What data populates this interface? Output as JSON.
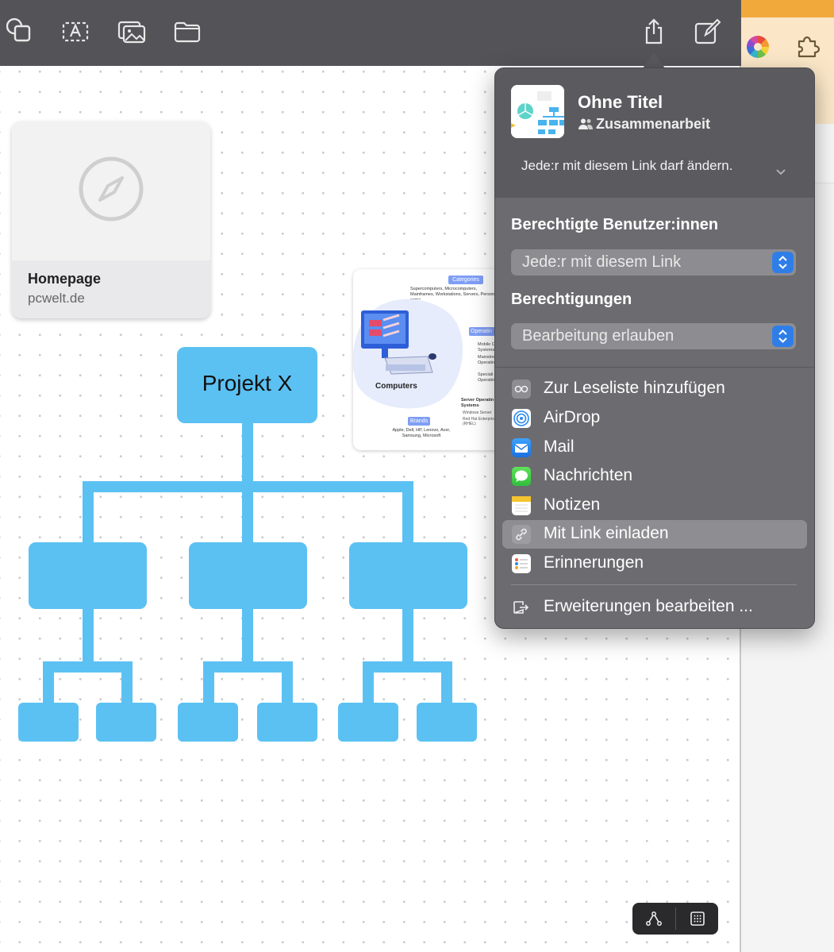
{
  "popover": {
    "title": "Ohne Titel",
    "subtitle": "Zusammenarbeit",
    "access_note": "Jede:r mit diesem Link darf ändern.",
    "authorized_users_label": "Berechtigte Benutzer:innen",
    "authorized_users_value": "Jede:r mit diesem Link",
    "permissions_label": "Berechtigungen",
    "permissions_value": "Bearbeitung erlauben",
    "items": [
      {
        "label": "Zur Leseliste hinzufügen",
        "icon": "reading-list-icon"
      },
      {
        "label": "AirDrop",
        "icon": "airdrop-icon"
      },
      {
        "label": "Mail",
        "icon": "mail-icon"
      },
      {
        "label": "Nachrichten",
        "icon": "messages-icon"
      },
      {
        "label": "Notizen",
        "icon": "notes-icon"
      },
      {
        "label": "Mit Link einladen",
        "icon": "link-icon",
        "highlighted": true
      },
      {
        "label": "Erinnerungen",
        "icon": "reminders-icon"
      }
    ],
    "edit_extensions": "Erweiterungen bearbeiten ..."
  },
  "board": {
    "link_card": {
      "title": "Homepage",
      "domain": "pcwelt.de"
    },
    "org_chart": {
      "root_label": "Projekt X"
    },
    "image_card": {
      "categories_label": "Categories",
      "categories_text": "Supercomputers, Microcomputers, Mainframes, Workstations, Servers, Personal comp...",
      "main_label": "Computers",
      "operating_label": "Operatin",
      "os_items": [
        "Mobile O Systems",
        "Mainstre Operatin",
        "Speciali Operatin"
      ],
      "server_label": "Server Operatin Systems",
      "server_items": [
        "Windows Server",
        "Red Hat Enterprise Li (RHEL)"
      ],
      "brands_label": "Brands",
      "brands_text": "Apple, Dell, HP, Lenovo, Acer, Samsung, Microsoft"
    }
  },
  "colors": {
    "accent": "#2f7ee8",
    "diagram": "#5bc1f3",
    "toolbar": "#545458",
    "popover": "#6c6c70"
  }
}
